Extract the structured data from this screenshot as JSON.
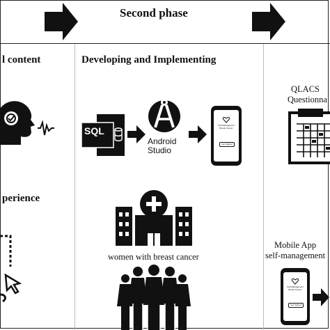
{
  "header": {
    "phase_title": "Second phase"
  },
  "left_column": {
    "heading_top": "l content",
    "heading_bottom": "perience"
  },
  "middle_column": {
    "heading": "Developing and Implementing",
    "sql_label": "SQL",
    "android_studio_line1": "Android",
    "android_studio_line2": "Studio",
    "population_label": "women with breast cancer"
  },
  "right_column": {
    "questionnaire_line1": "QLACS",
    "questionnaire_line2": "Questionna",
    "app_line1": "Mobile App",
    "app_line2": "self-management"
  },
  "phone_screen": {
    "line1": "Self-Management",
    "line2": "Breast Cancer",
    "button": "Get Started"
  },
  "colors": {
    "ink": "#111111",
    "rule": "#222222"
  }
}
